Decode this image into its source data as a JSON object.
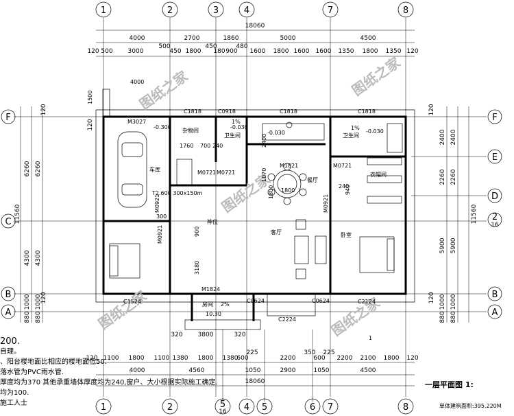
{
  "axes_top": [
    "1",
    "2",
    "3",
    "4",
    "7",
    "8"
  ],
  "axes_bottom": [
    "1",
    "2",
    "5",
    "4",
    "5",
    "6",
    "7",
    "8"
  ],
  "axis_5_sub": "16",
  "axes_left": [
    "F",
    "C",
    "B",
    "A"
  ],
  "axes_right": [
    "F",
    "E",
    "D",
    "2",
    "B",
    "A"
  ],
  "axis_right_sub": "16",
  "dims_top_total": "18060",
  "dims_top_row1": [
    "4000",
    "2700",
    "1860",
    "5000",
    "4500"
  ],
  "dims_top_row2": [
    "120",
    "500",
    "3000",
    "500",
    "450",
    "1800",
    "450",
    "180",
    "900",
    "480",
    "1600",
    "1800",
    "1600",
    "1600",
    "1350",
    "1800",
    "1350",
    "120"
  ],
  "dims_left": [
    "120",
    "6260",
    "6260",
    "11560",
    "4300",
    "4300",
    "1000",
    "1000",
    "880",
    "880",
    "120",
    "120"
  ],
  "dims_right": [
    "120",
    "2400",
    "2400",
    "2260",
    "2260",
    "5900",
    "5900",
    "11560",
    "1000",
    "1000",
    "880",
    "880",
    "120"
  ],
  "dims_bottom_row1": [
    "120",
    "1100",
    "1800",
    "1100",
    "1380",
    "1800",
    "1380",
    "600",
    "225",
    "2200",
    "350",
    "600",
    "225",
    "2200",
    "2100",
    "1800",
    "120"
  ],
  "dims_bottom_row2": [
    "4000",
    "4560",
    "1050",
    "2900",
    "1050",
    "4500"
  ],
  "dims_bottom_total": "18060",
  "porch_dims": [
    "320",
    "3800",
    "320"
  ],
  "rooms": {
    "garage": "车库",
    "storage": "杂物间",
    "wc1": "卫生间",
    "wc2": "卫生间",
    "dining": "餐厅",
    "cloak": "衣帽间",
    "shrine": "神位",
    "living": "客厅",
    "bedroom1": "卧室",
    "porch": "房间",
    "porch_slope": "2%",
    "porch_area": "10.30"
  },
  "labels": {
    "win_c1818_a": "C1818",
    "win_c0918": "C0918",
    "win_c1818_b": "C1818",
    "win_c1818_c": "C1818",
    "door_m3027": "M3027",
    "door_m0721_a": "M0721",
    "door_m0721_b": "M0721",
    "door_m1821": "M1821",
    "door_m0721_c": "M0721",
    "door_m0921_a": "M0921",
    "door_m0921_b": "M0921",
    "door_m0921_c": "M0921",
    "door_m1824": "M1824",
    "win_c1524": "C1524",
    "win_c0624_a": "C0624",
    "win_c0624_b": "C0624",
    "win_c2124": "C2124",
    "win_c2224": "C2224",
    "lvl_garage": "-0.300",
    "lvl_wc1": "-0.030",
    "lvl_wc2": "-0.030",
    "lvl_kitchen": "-0.030",
    "slope1": "1%",
    "slope2": "1%",
    "dim_4000_top": "4000",
    "dim_1500": "1500",
    "dim_1760": "1760",
    "dim_700": "700",
    "dim_240": "240",
    "dim_1800": "1800",
    "dim_2400": "2400",
    "dim_1070": "1070",
    "dim_1800v": "1800",
    "dim_3180": "3180",
    "dim_900": "900",
    "dim_300": "300",
    "dim_240b": "240",
    "dim_940": "940",
    "stair_note": "T2.600 300x150m",
    "section_mark": "1"
  },
  "watermark": "图纸之家",
  "notes": [
    "200.",
    "自理。",
    "、阳台楼地面比相应的楼地面低50.",
    "落水管为PVC雨水管.",
    "厚度均为370 其他承重墙体厚度均为240,窗户、大小根据实际施工确定.",
    "均为100.",
    "施工人士"
  ],
  "title": "一层平面图",
  "title_scale": "1:",
  "area_text": "单体建筑面积:395.220M"
}
